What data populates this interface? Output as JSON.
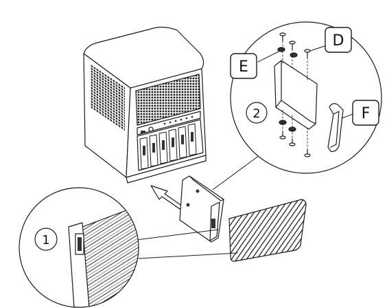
{
  "callouts": {
    "d": "D",
    "e": "E",
    "f": "F",
    "step1": "1",
    "step2": "2"
  },
  "icons": [
    "direction-arrow-icon"
  ],
  "colors": {
    "line": "#1a1a1a",
    "fill": "#ffffff",
    "dark": "#2a2a2a"
  }
}
